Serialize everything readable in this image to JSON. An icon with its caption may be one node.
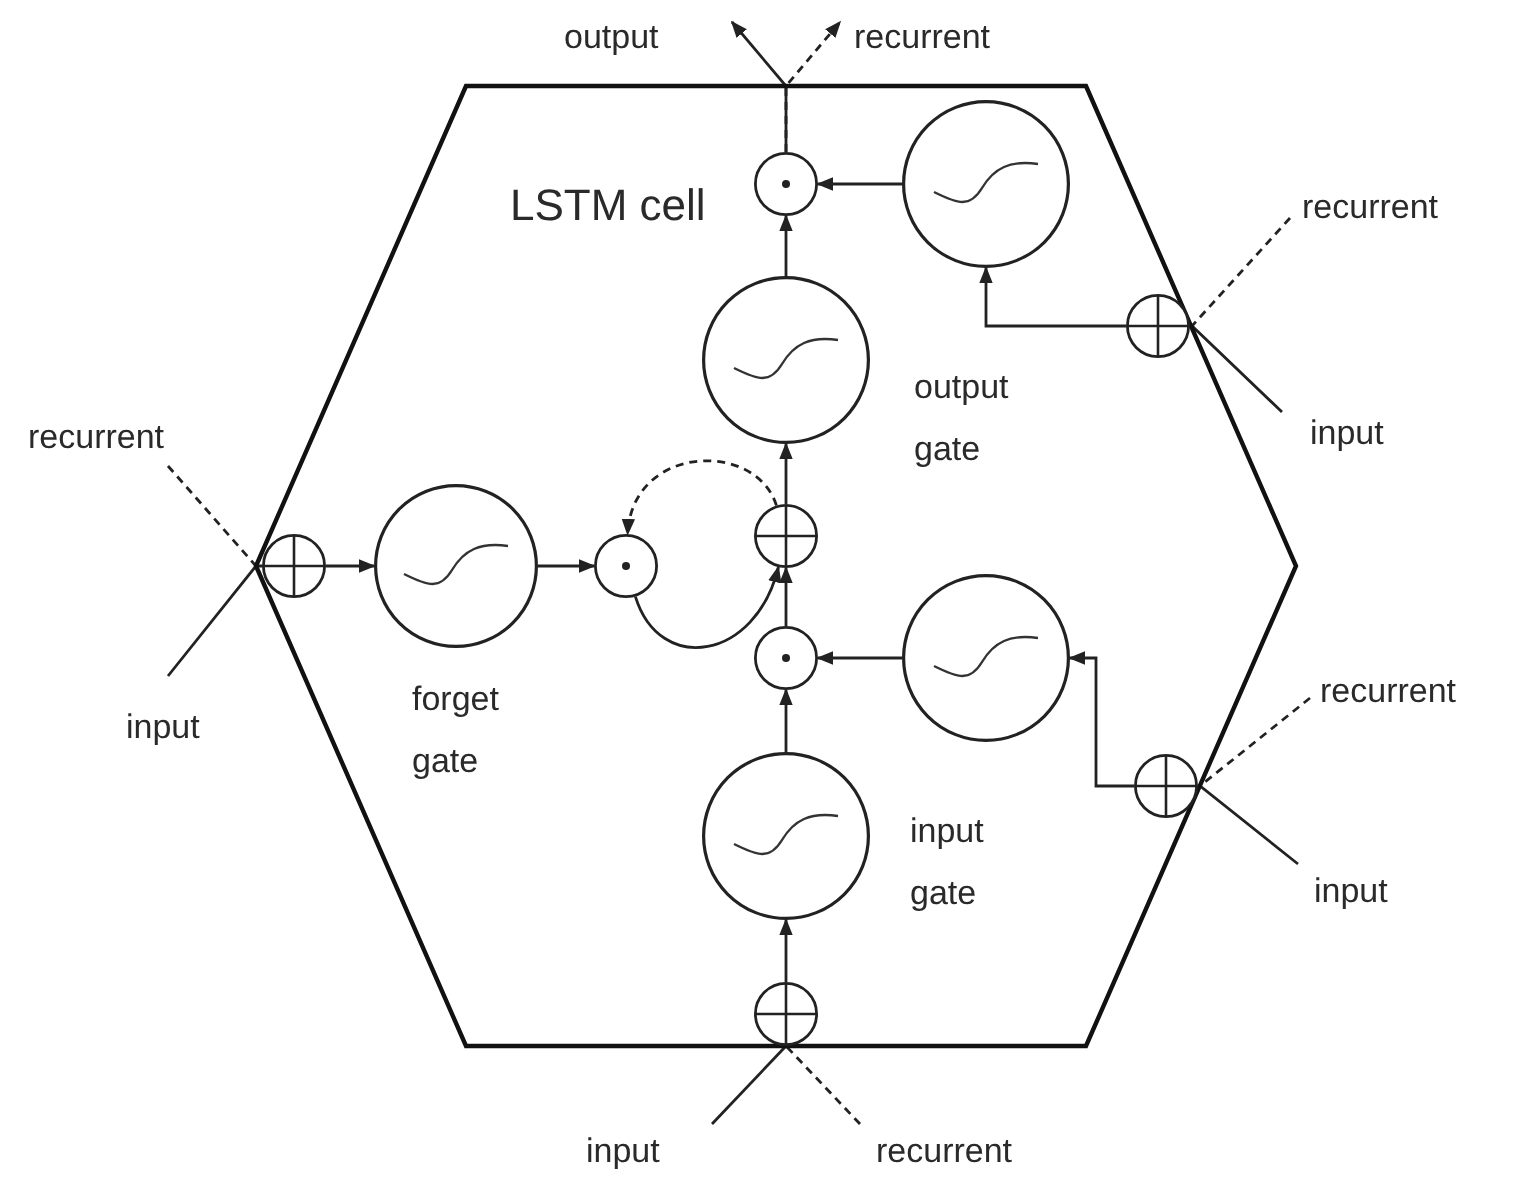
{
  "diagram": {
    "nodes": [
      {
        "text": [
          "LSTM cell"
        ]
      },
      {
        "text": [
          "output"
        ]
      },
      {
        "text": [
          "recurrent"
        ]
      },
      {
        "text": [
          "recurrent"
        ]
      },
      {
        "text": [
          "input"
        ]
      },
      {
        "text": [
          "recurrent"
        ]
      },
      {
        "text": [
          "input"
        ]
      },
      {
        "text": [
          "recurrent"
        ]
      },
      {
        "text": [
          "input"
        ]
      },
      {
        "text": [
          "input"
        ]
      },
      {
        "text": [
          "recurrent"
        ]
      },
      {
        "text": [],
        "shape": "circle",
        "in": 0
      },
      {
        "text": [],
        "shape": "circle",
        "in": 0
      },
      {
        "text": [],
        "shape": "circle",
        "in": 0
      },
      {
        "text": [],
        "shape": "circle",
        "in": 0,
        "beside": [
          "output gate"
        ]
      },
      {
        "text": [],
        "shape": "circle",
        "in": 0
      },
      {
        "text": [],
        "shape": "circle",
        "in": 0,
        "beside": [
          "forget gate"
        ]
      },
      {
        "text": [],
        "shape": "circle",
        "in": 0
      },
      {
        "text": [],
        "shape": "circle",
        "in": 0
      },
      {
        "text": [],
        "shape": "circle",
        "in": 0
      },
      {
        "text": [],
        "shape": "circle",
        "in": 0
      },
      {
        "text": [],
        "shape": "circle",
        "in": 0
      },
      {
        "text": [],
        "shape": "circle",
        "in": 0,
        "beside": [
          "input gate"
        ]
      },
      {
        "text": [],
        "shape": "circle",
        "in": 0
      }
    ],
    "edges": [
      {
        "from": 11,
        "to": 1,
        "arrow": "to"
      },
      {
        "from": 11,
        "to": 2,
        "arrow": "to",
        "style": "dashed"
      },
      {
        "from": 3,
        "to": 13,
        "arrow": "none",
        "style": "dashed"
      },
      {
        "from": 4,
        "to": 13,
        "arrow": "none"
      },
      {
        "from": 13,
        "to": 12,
        "arrow": "to"
      },
      {
        "from": 12,
        "to": 11,
        "arrow": "to"
      },
      {
        "from": 14,
        "to": 11,
        "arrow": "to"
      },
      {
        "from": 18,
        "to": 14,
        "arrow": "to"
      },
      {
        "from": 5,
        "to": 15,
        "arrow": "none",
        "style": "dashed"
      },
      {
        "from": 6,
        "to": 15,
        "arrow": "none"
      },
      {
        "from": 15,
        "to": 16,
        "arrow": "to"
      },
      {
        "from": 16,
        "to": 17,
        "arrow": "to"
      },
      {
        "from": 17,
        "to": 18,
        "arrow": "to"
      },
      {
        "from": 18,
        "to": 17,
        "arrow": "to",
        "style": "dashed"
      },
      {
        "from": 19,
        "to": 18,
        "arrow": "to"
      },
      {
        "from": 20,
        "to": 19,
        "arrow": "to"
      },
      {
        "from": 21,
        "to": 20,
        "arrow": "to"
      },
      {
        "from": 7,
        "to": 21,
        "arrow": "none",
        "style": "dashed"
      },
      {
        "from": 8,
        "to": 21,
        "arrow": "none"
      },
      {
        "from": 22,
        "to": 19,
        "arrow": "to"
      },
      {
        "from": 23,
        "to": 22,
        "arrow": "to"
      },
      {
        "from": 9,
        "to": 23,
        "arrow": "none"
      },
      {
        "from": 10,
        "to": 23,
        "arrow": "none",
        "style": "dashed"
      }
    ]
  }
}
